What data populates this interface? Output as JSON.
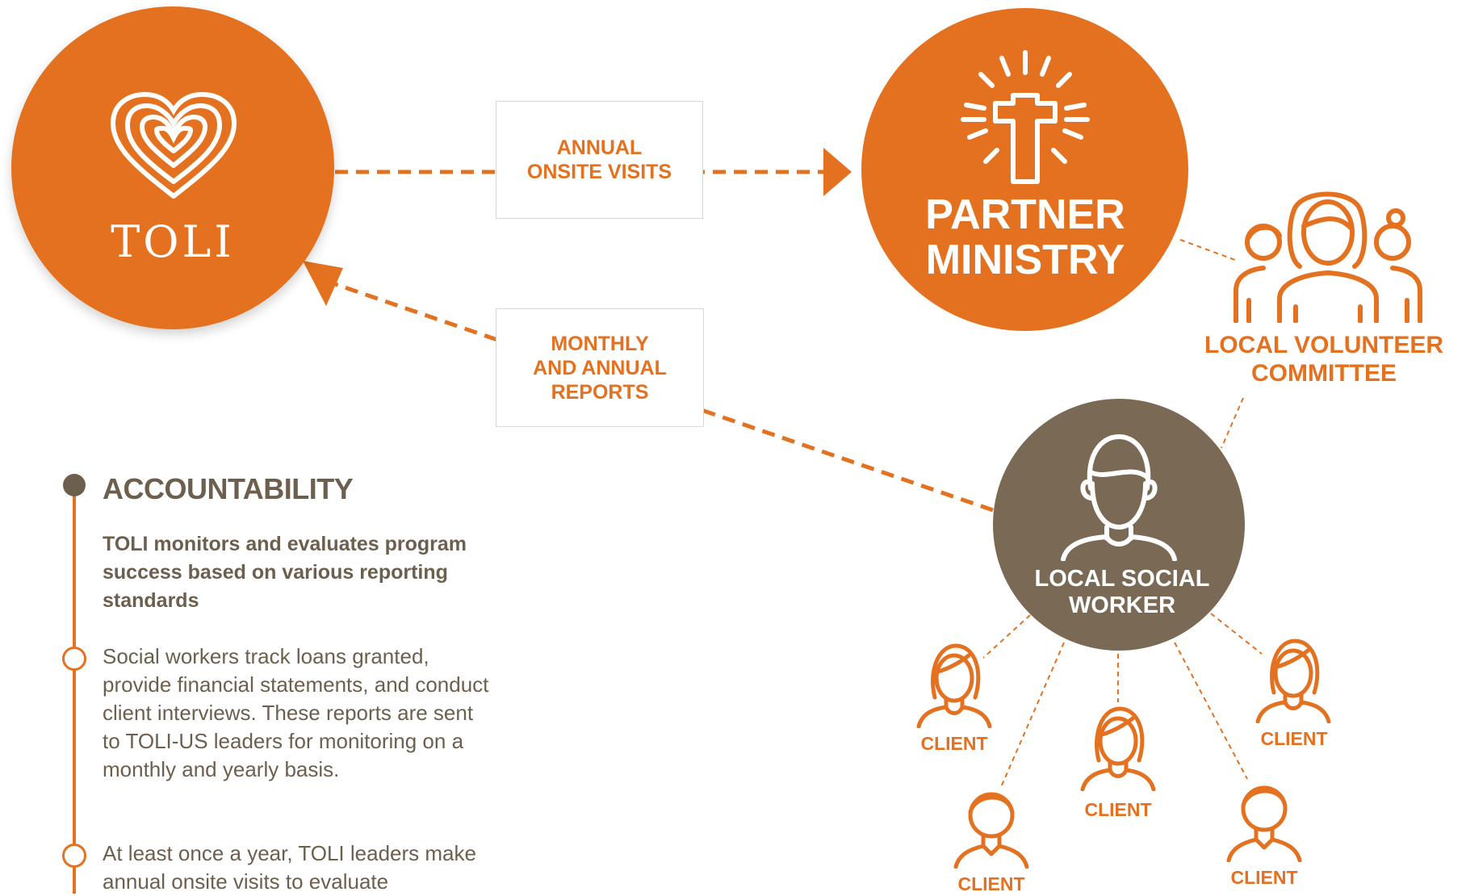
{
  "nodes": {
    "toli": {
      "label": "TOLI"
    },
    "partner": {
      "label": "PARTNER\nMINISTRY"
    },
    "committee": {
      "label": "LOCAL VOLUNTEER\nCOMMITTEE"
    },
    "social_worker": {
      "label": "LOCAL SOCIAL\nWORKER"
    },
    "clients": [
      "CLIENT",
      "CLIENT",
      "CLIENT",
      "CLIENT",
      "CLIENT"
    ]
  },
  "edges": {
    "visits": {
      "label": "ANNUAL\nONSITE VISITS"
    },
    "reports": {
      "label": "MONTHLY\nAND ANNUAL\nREPORTS"
    }
  },
  "accountability": {
    "title": "ACCOUNTABILITY",
    "subtitle": "TOLI monitors and evaluates program success based on various reporting standards",
    "paragraphs": [
      "Social workers track loans granted, provide financial statements, and conduct client interviews. These reports are sent to TOLI-US leaders for monitoring on a monthly and yearly basis.",
      "At least once a year, TOLI leaders make annual onsite visits to evaluate"
    ]
  },
  "colors": {
    "orange": "#e4711f",
    "brown": "#7a6a55",
    "text_brown": "#6d5f4d",
    "box_border": "#d7d7d7"
  },
  "icons": {
    "toli": "fingerprint-heart-icon",
    "partner": "cross-icon",
    "committee": "group-icon",
    "social_worker": "person-icon",
    "client": "client-icon"
  }
}
